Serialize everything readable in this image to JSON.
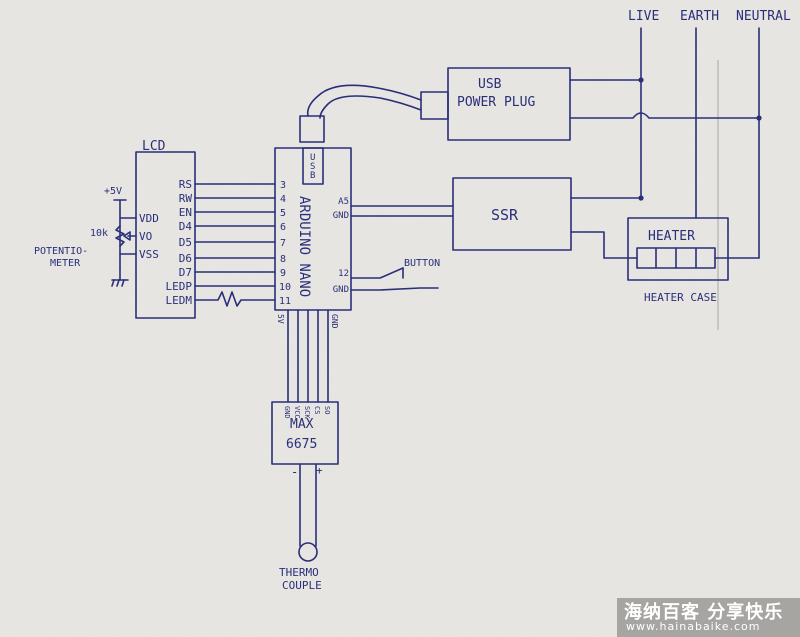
{
  "mains": {
    "live": "LIVE",
    "earth": "EARTH",
    "neutral": "NEUTRAL"
  },
  "usb_plug": {
    "line1": "USB",
    "line2": "POWER PLUG"
  },
  "ssr": {
    "label": "SSR"
  },
  "heater": {
    "label": "HEATER",
    "case_label": "HEATER CASE"
  },
  "lcd": {
    "title": "LCD",
    "pins": [
      "RS",
      "RW",
      "EN",
      "D4",
      "D5",
      "D6",
      "D7",
      "LEDP",
      "LEDM"
    ],
    "power_pins": [
      "VDD",
      "VO",
      "VSS"
    ]
  },
  "potentiometer": {
    "supply": "+5V",
    "value": "10k",
    "label1": "POTENTIO-",
    "label2": "METER"
  },
  "arduino": {
    "name": "ARDUINO NANO",
    "usb": "USB",
    "left_pins": [
      "3",
      "4",
      "5",
      "6",
      "7",
      "8",
      "9",
      "10",
      "11"
    ],
    "right_pins": [
      "A5",
      "GND",
      "12",
      "GND"
    ],
    "bottom_pins": [
      "5V",
      "GND"
    ]
  },
  "button": {
    "label": "BUTTON"
  },
  "max": {
    "line1": "MAX",
    "line2": "6675",
    "pins": [
      "GND",
      "VCC",
      "SCK",
      "CS",
      "SO"
    ],
    "terminals": [
      "-",
      "+"
    ]
  },
  "thermocouple": {
    "line1": "THERMO",
    "line2": "COUPLE"
  },
  "watermark": {
    "main": "海纳百客 分享快乐",
    "sub": "www.hainabaike.com"
  }
}
